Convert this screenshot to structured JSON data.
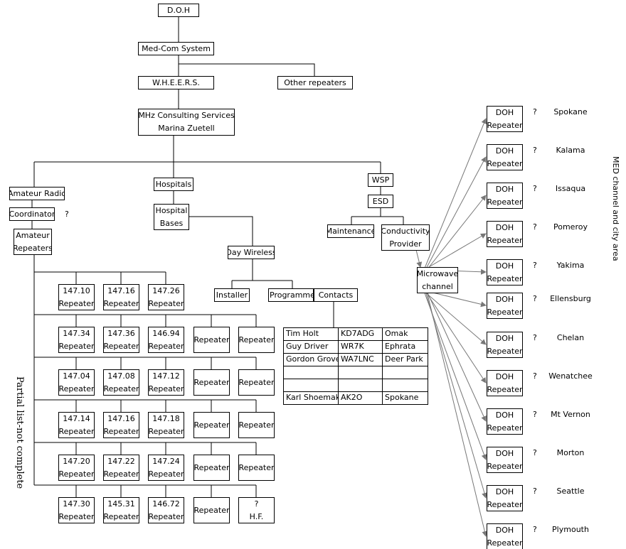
{
  "top": {
    "doh": "D.O.H",
    "medcom": "Med-Com System",
    "wheers": "W.H.E.E.R.S.",
    "other_repeaters": "Other repeaters",
    "mhz": "MHz Consulting Services\nMarina Zuetell"
  },
  "amateur": {
    "radio": "Amateur Radio",
    "coordinator": "Coordinator",
    "coordinator_q": "?",
    "repeaters": "Amateur\nRepeaters"
  },
  "hospitals": {
    "hospitals": "Hospitals",
    "bases": "Hospital\nBases",
    "day_wireless": "Day Wireless",
    "installer": "Installer",
    "programmer": "Programmer",
    "contacts": "Contacts"
  },
  "wsp": {
    "wsp": "WSP",
    "esd": "ESD",
    "maintenance": "Maintenance",
    "conductivity": "Conductivity\nProvider",
    "microwave": "Microwave\nchannel"
  },
  "repeater_grid": {
    "side_label": "Partial list-not complete",
    "rows": [
      [
        "147.10\nRepeater",
        "147.16\nRepeater",
        "147.26\nRepeater"
      ],
      [
        "147.34\nRepeater",
        "147.36\nRepeater",
        "146.94\nRepeater",
        "Repeater",
        "Repeater"
      ],
      [
        "147.04\nRepeater",
        "147.08\nRepeater",
        "147.12\nRepeater",
        "Repeater",
        "Repeater"
      ],
      [
        "147.14\nRepeater",
        "147.16\nRepeater",
        "147.18\nRepeater",
        "Repeater",
        "Repeater"
      ],
      [
        "147.20\nRepeater",
        "147.22\nRepeater",
        "147.24\nRepeater",
        "Repeater",
        "Repeater"
      ],
      [
        "147.30\nRepeater",
        "145.31\nRepeater",
        "146.72\nRepeater",
        "Repeater",
        "?\nH.F."
      ]
    ]
  },
  "contacts_table": [
    [
      "Tim Holt",
      "KD7ADG",
      "Omak"
    ],
    [
      "Guy Driver",
      "WR7K",
      "Ephrata"
    ],
    [
      "Gordon Grove",
      "WA7LNC",
      "Deer Park"
    ],
    [
      "",
      "",
      ""
    ],
    [
      "",
      "",
      ""
    ],
    [
      "Karl Shoemak",
      "AK2O",
      "Spokane"
    ]
  ],
  "doh_repeaters": {
    "box_label": "DOH\nRepeater",
    "question": "?",
    "side_label": "MED channel and city area",
    "cities": [
      "Spokane",
      "Kalama",
      "Issaqua",
      "Pomeroy",
      "Yakima",
      "Ellensburg",
      "Chelan",
      "Wenatchee",
      "Mt Vernon",
      "Morton",
      "Seattle",
      "Plymouth"
    ]
  }
}
